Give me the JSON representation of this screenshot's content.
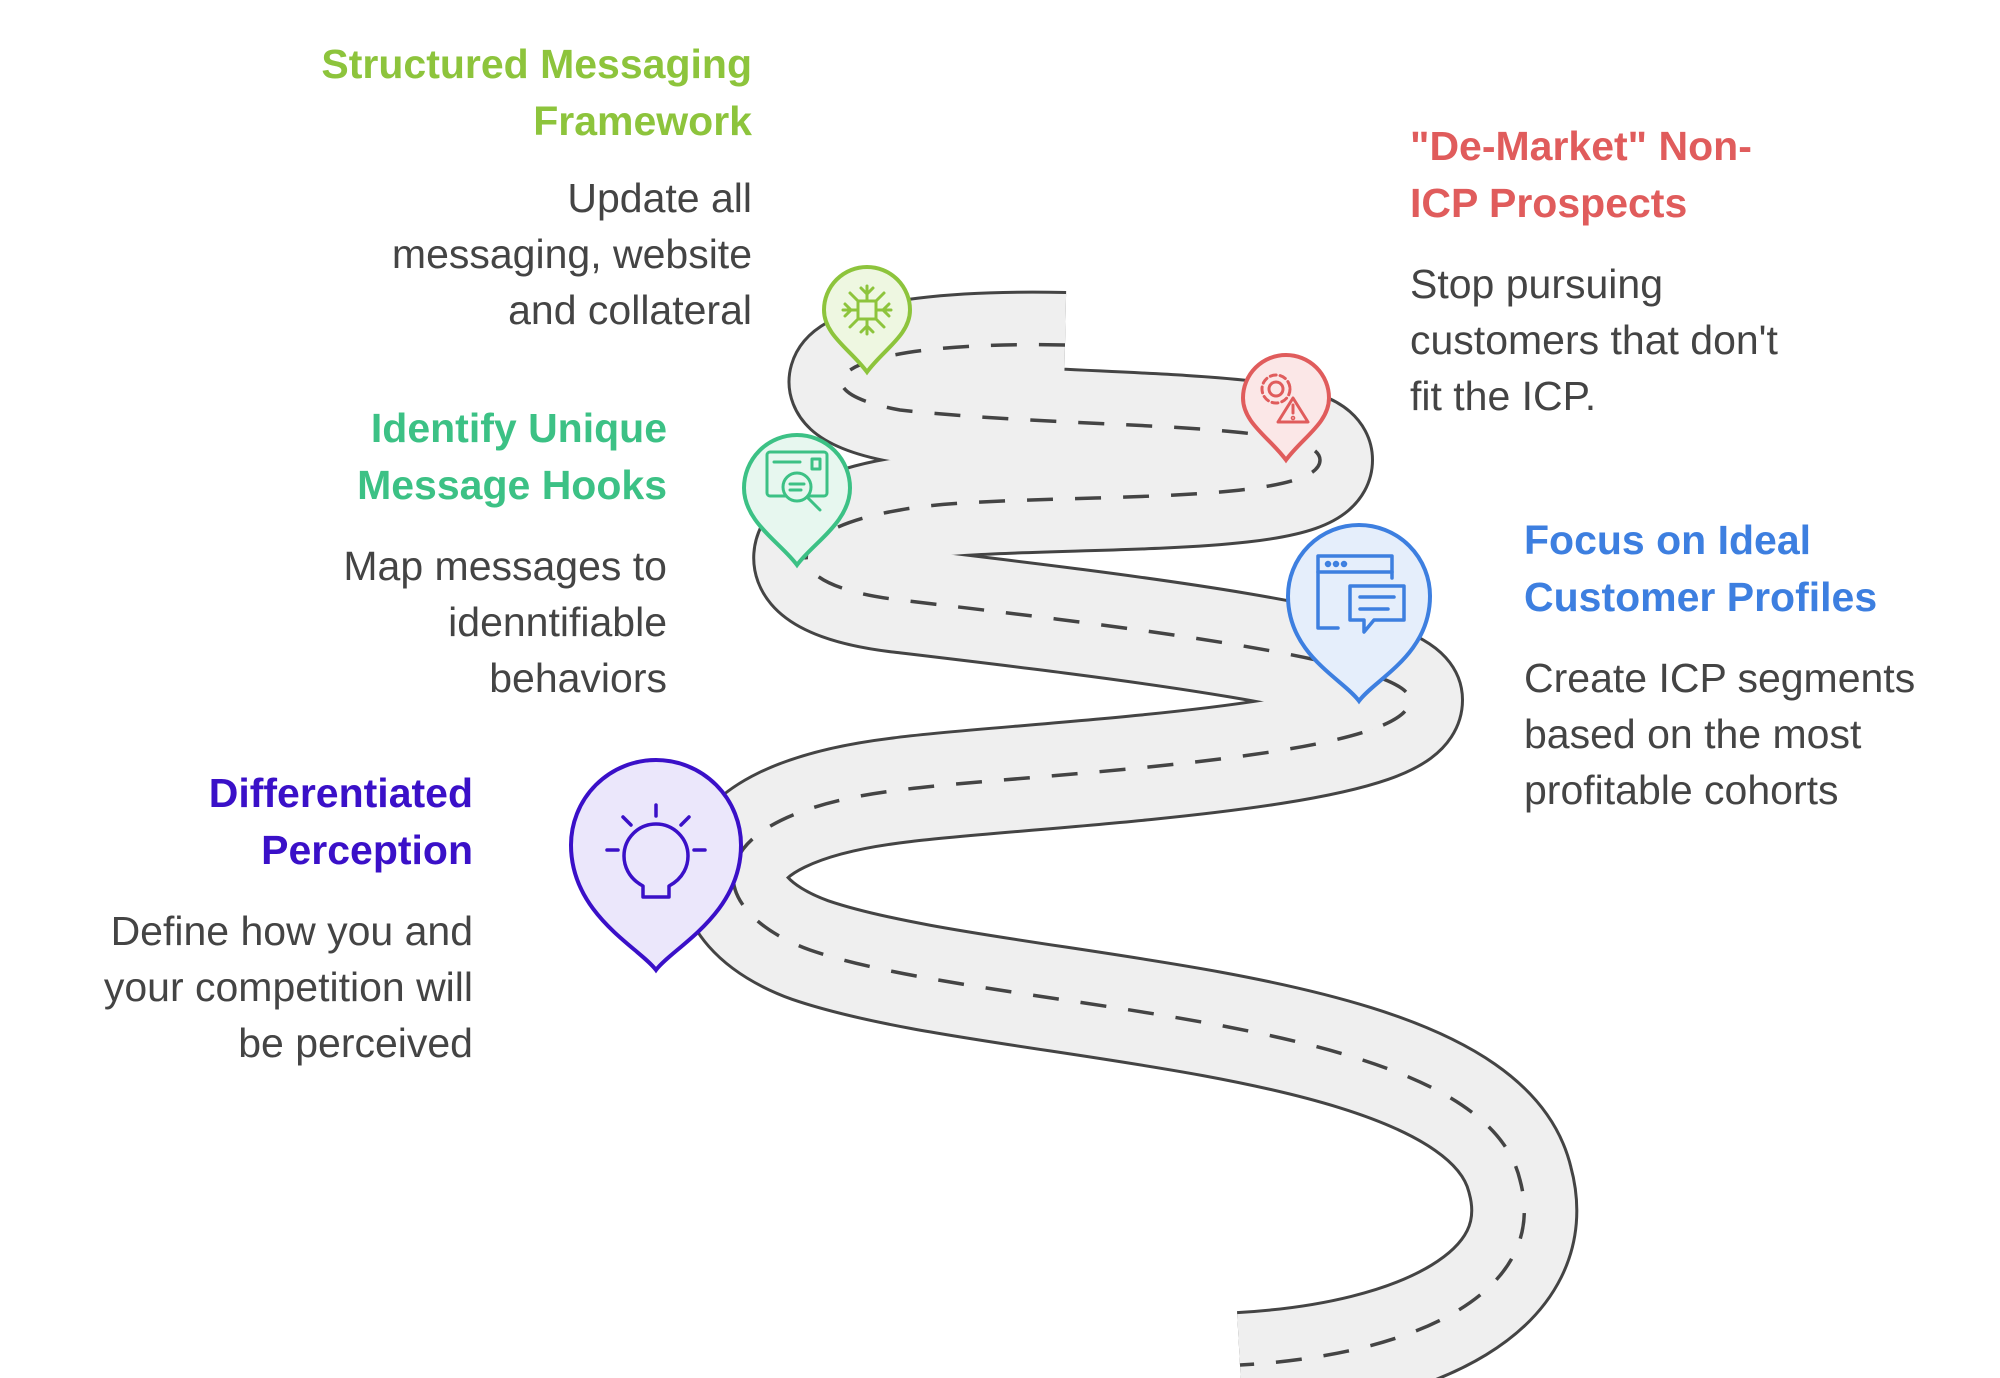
{
  "steps": [
    {
      "title": "Structured Messaging\nFramework",
      "description": "Update all\nmessaging, website\nand collateral",
      "color": "#8dc43c",
      "icon": "snowflake-icon"
    },
    {
      "title": "\"De-Market\" Non-\nICP Prospects",
      "description": "Stop pursuing\ncustomers that don't\nfit the ICP.",
      "color": "#e05c5c",
      "icon": "gear-warning-icon"
    },
    {
      "title": "Identify Unique\nMessage Hooks",
      "description": "Map messages to\nidenntifiable\nbehaviors",
      "color": "#3cc185",
      "icon": "search-document-icon"
    },
    {
      "title": "Focus on Ideal\nCustomer Profiles",
      "description": "Create ICP segments\nbased on the most\nprofitable cohorts",
      "color": "#3d7fe0",
      "icon": "browser-chat-icon"
    },
    {
      "title": "Differentiated\nPerception",
      "description": "Define how you and\nyour competition will\nbe perceived",
      "color": "#3a10c8",
      "icon": "lightbulb-icon"
    }
  ]
}
